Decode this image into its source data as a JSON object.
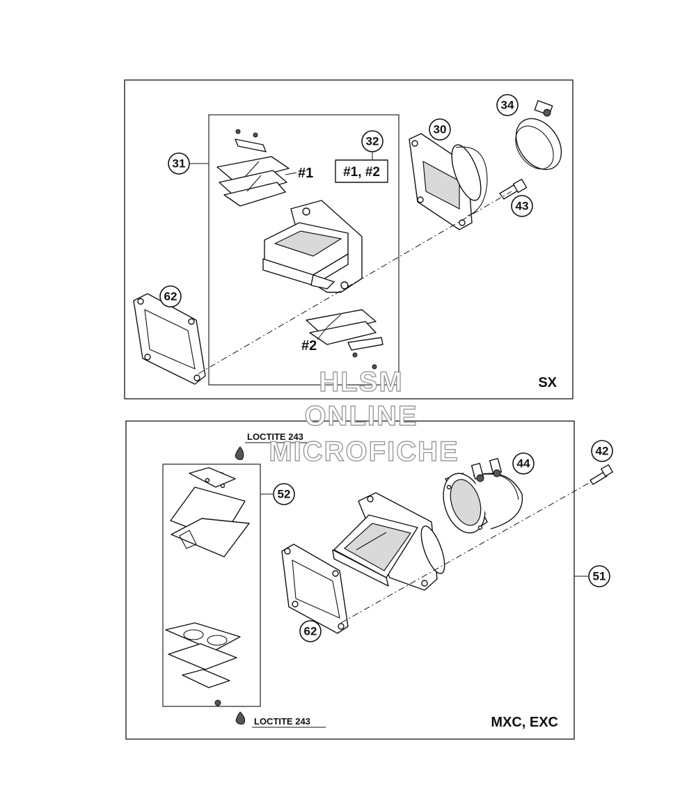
{
  "watermark": {
    "line1": "HLSM",
    "line2": "ONLINE",
    "line3": "MICROFICHE"
  },
  "panel_sx": {
    "variant": "SX",
    "callouts": {
      "c31": "31",
      "c32": "32",
      "c30": "30",
      "c34": "34",
      "c43": "43",
      "c62": "62"
    },
    "labels": {
      "reed1": "#1",
      "reed2": "#2",
      "kit": "#1, #2"
    }
  },
  "panel_mxc": {
    "variant": "MXC, EXC",
    "callouts": {
      "c52": "52",
      "c44": "44",
      "c42": "42",
      "c51": "51",
      "c62": "62"
    },
    "loctite_top": "LOCTITE 243",
    "loctite_bottom": "LOCTITE 243"
  }
}
